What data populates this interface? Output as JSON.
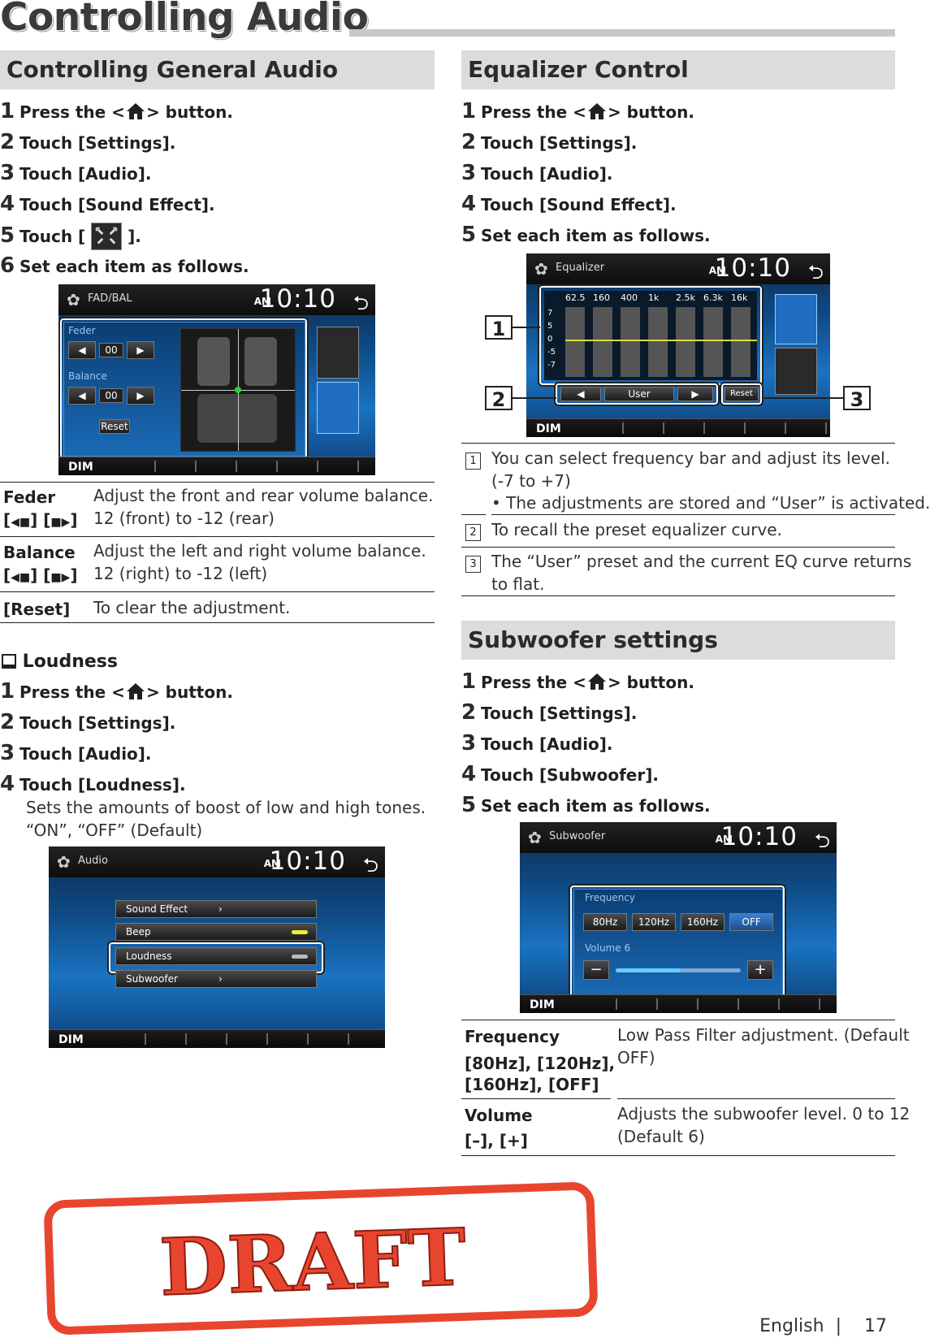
{
  "page": {
    "title": "Controlling Audio",
    "footer_lang": "English",
    "footer_sep": "|",
    "page_num": "17",
    "stamp": "DRAFT"
  },
  "general": {
    "heading": "Controlling General Audio",
    "steps": [
      {
        "num": "1",
        "pre": "Press the <",
        "post": "> button."
      },
      {
        "num": "2",
        "text": "Touch [Settings]."
      },
      {
        "num": "3",
        "text": "Touch [Audio]."
      },
      {
        "num": "4",
        "text": "Touch [Sound Effect]."
      },
      {
        "num": "5",
        "pre": "Touch [",
        "post": "]."
      },
      {
        "num": "6",
        "text": "Set each item as follows."
      }
    ],
    "screen": {
      "title": "FAD/BAL",
      "am": "AM",
      "clock": "10:10",
      "dim": "DIM",
      "feder": "Feder",
      "balance": "Balance",
      "value": "00",
      "reset": "Reset"
    },
    "table": [
      {
        "key": "Feder",
        "sub": "[  ] [  ]",
        "desc1": "Adjust the front and rear volume balance.",
        "desc2": "12 (front) to -12 (rear)"
      },
      {
        "key": "Balance",
        "sub": "[  ] [  ]",
        "desc1": "Adjust the left and right volume balance.",
        "desc2": "12 (right) to -12 (left)"
      },
      {
        "key": "[Reset]",
        "desc1": "To clear the adjustment."
      }
    ]
  },
  "loudness": {
    "heading": "Loudness",
    "steps": [
      {
        "num": "1",
        "pre": "Press the <",
        "post": "> button."
      },
      {
        "num": "2",
        "text": "Touch [Settings]."
      },
      {
        "num": "3",
        "text": "Touch [Audio]."
      },
      {
        "num": "4",
        "text": "Touch [Loudness]."
      }
    ],
    "note1": "Sets the amounts of boost of low and high tones.",
    "note2": "“ON”, “OFF” (Default)",
    "screen": {
      "title": "Audio",
      "am": "AM",
      "clock": "10:10",
      "dim": "DIM",
      "items": [
        "Sound Effect",
        "Beep",
        "Loudness",
        "Subwoofer"
      ]
    }
  },
  "equalizer": {
    "heading": "Equalizer Control",
    "steps": [
      {
        "num": "1",
        "pre": "Press the <",
        "post": "> button."
      },
      {
        "num": "2",
        "text": "Touch [Settings]."
      },
      {
        "num": "3",
        "text": "Touch [Audio]."
      },
      {
        "num": "4",
        "text": "Touch [Sound Effect]."
      },
      {
        "num": "5",
        "text": "Set each item as follows."
      }
    ],
    "screen": {
      "title": "Equalizer",
      "am": "AM",
      "clock": "10:10",
      "dim": "DIM",
      "freqs": [
        "62.5",
        "160",
        "400",
        "1k",
        "2.5k",
        "6.3k",
        "16k"
      ],
      "levels": [
        "7",
        "5",
        "0",
        "-5",
        "-7"
      ],
      "preset": "User",
      "reset": "Reset"
    },
    "callouts": [
      "1",
      "2",
      "3"
    ],
    "table": [
      {
        "n": "1",
        "d1": "You can select frequency bar and adjust its level.",
        "d2": "(-7 to +7)",
        "d3": "• The adjustments are stored and “User” is activated."
      },
      {
        "n": "2",
        "d1": "To recall the preset equalizer curve."
      },
      {
        "n": "3",
        "d1": "The “User” preset and the current EQ curve returns",
        "d2": "to flat."
      }
    ]
  },
  "subwoofer": {
    "heading": "Subwoofer settings",
    "steps": [
      {
        "num": "1",
        "pre": "Press the <",
        "post": "> button."
      },
      {
        "num": "2",
        "text": "Touch [Settings]."
      },
      {
        "num": "3",
        "text": "Touch [Audio]."
      },
      {
        "num": "4",
        "text": "Touch [Subwoofer]."
      },
      {
        "num": "5",
        "text": "Set each item as follows."
      }
    ],
    "screen": {
      "title": "Subwoofer",
      "am": "AM",
      "clock": "10:10",
      "dim": "DIM",
      "frequency": "Frequency",
      "buttons": [
        "80Hz",
        "120Hz",
        "160Hz",
        "OFF"
      ],
      "volume": "Volume 6"
    },
    "table": [
      {
        "key": "Frequency",
        "sub1": "[80Hz], [120Hz],",
        "sub2": "[160Hz], [OFF]",
        "d1": "Low Pass Filter adjustment. (Default",
        "d2": "OFF)"
      },
      {
        "key": "Volume",
        "sub1": "[–], [+]",
        "d1": "Adjusts the subwoofer level. 0 to 12",
        "d2": "(Default 6)"
      }
    ]
  }
}
